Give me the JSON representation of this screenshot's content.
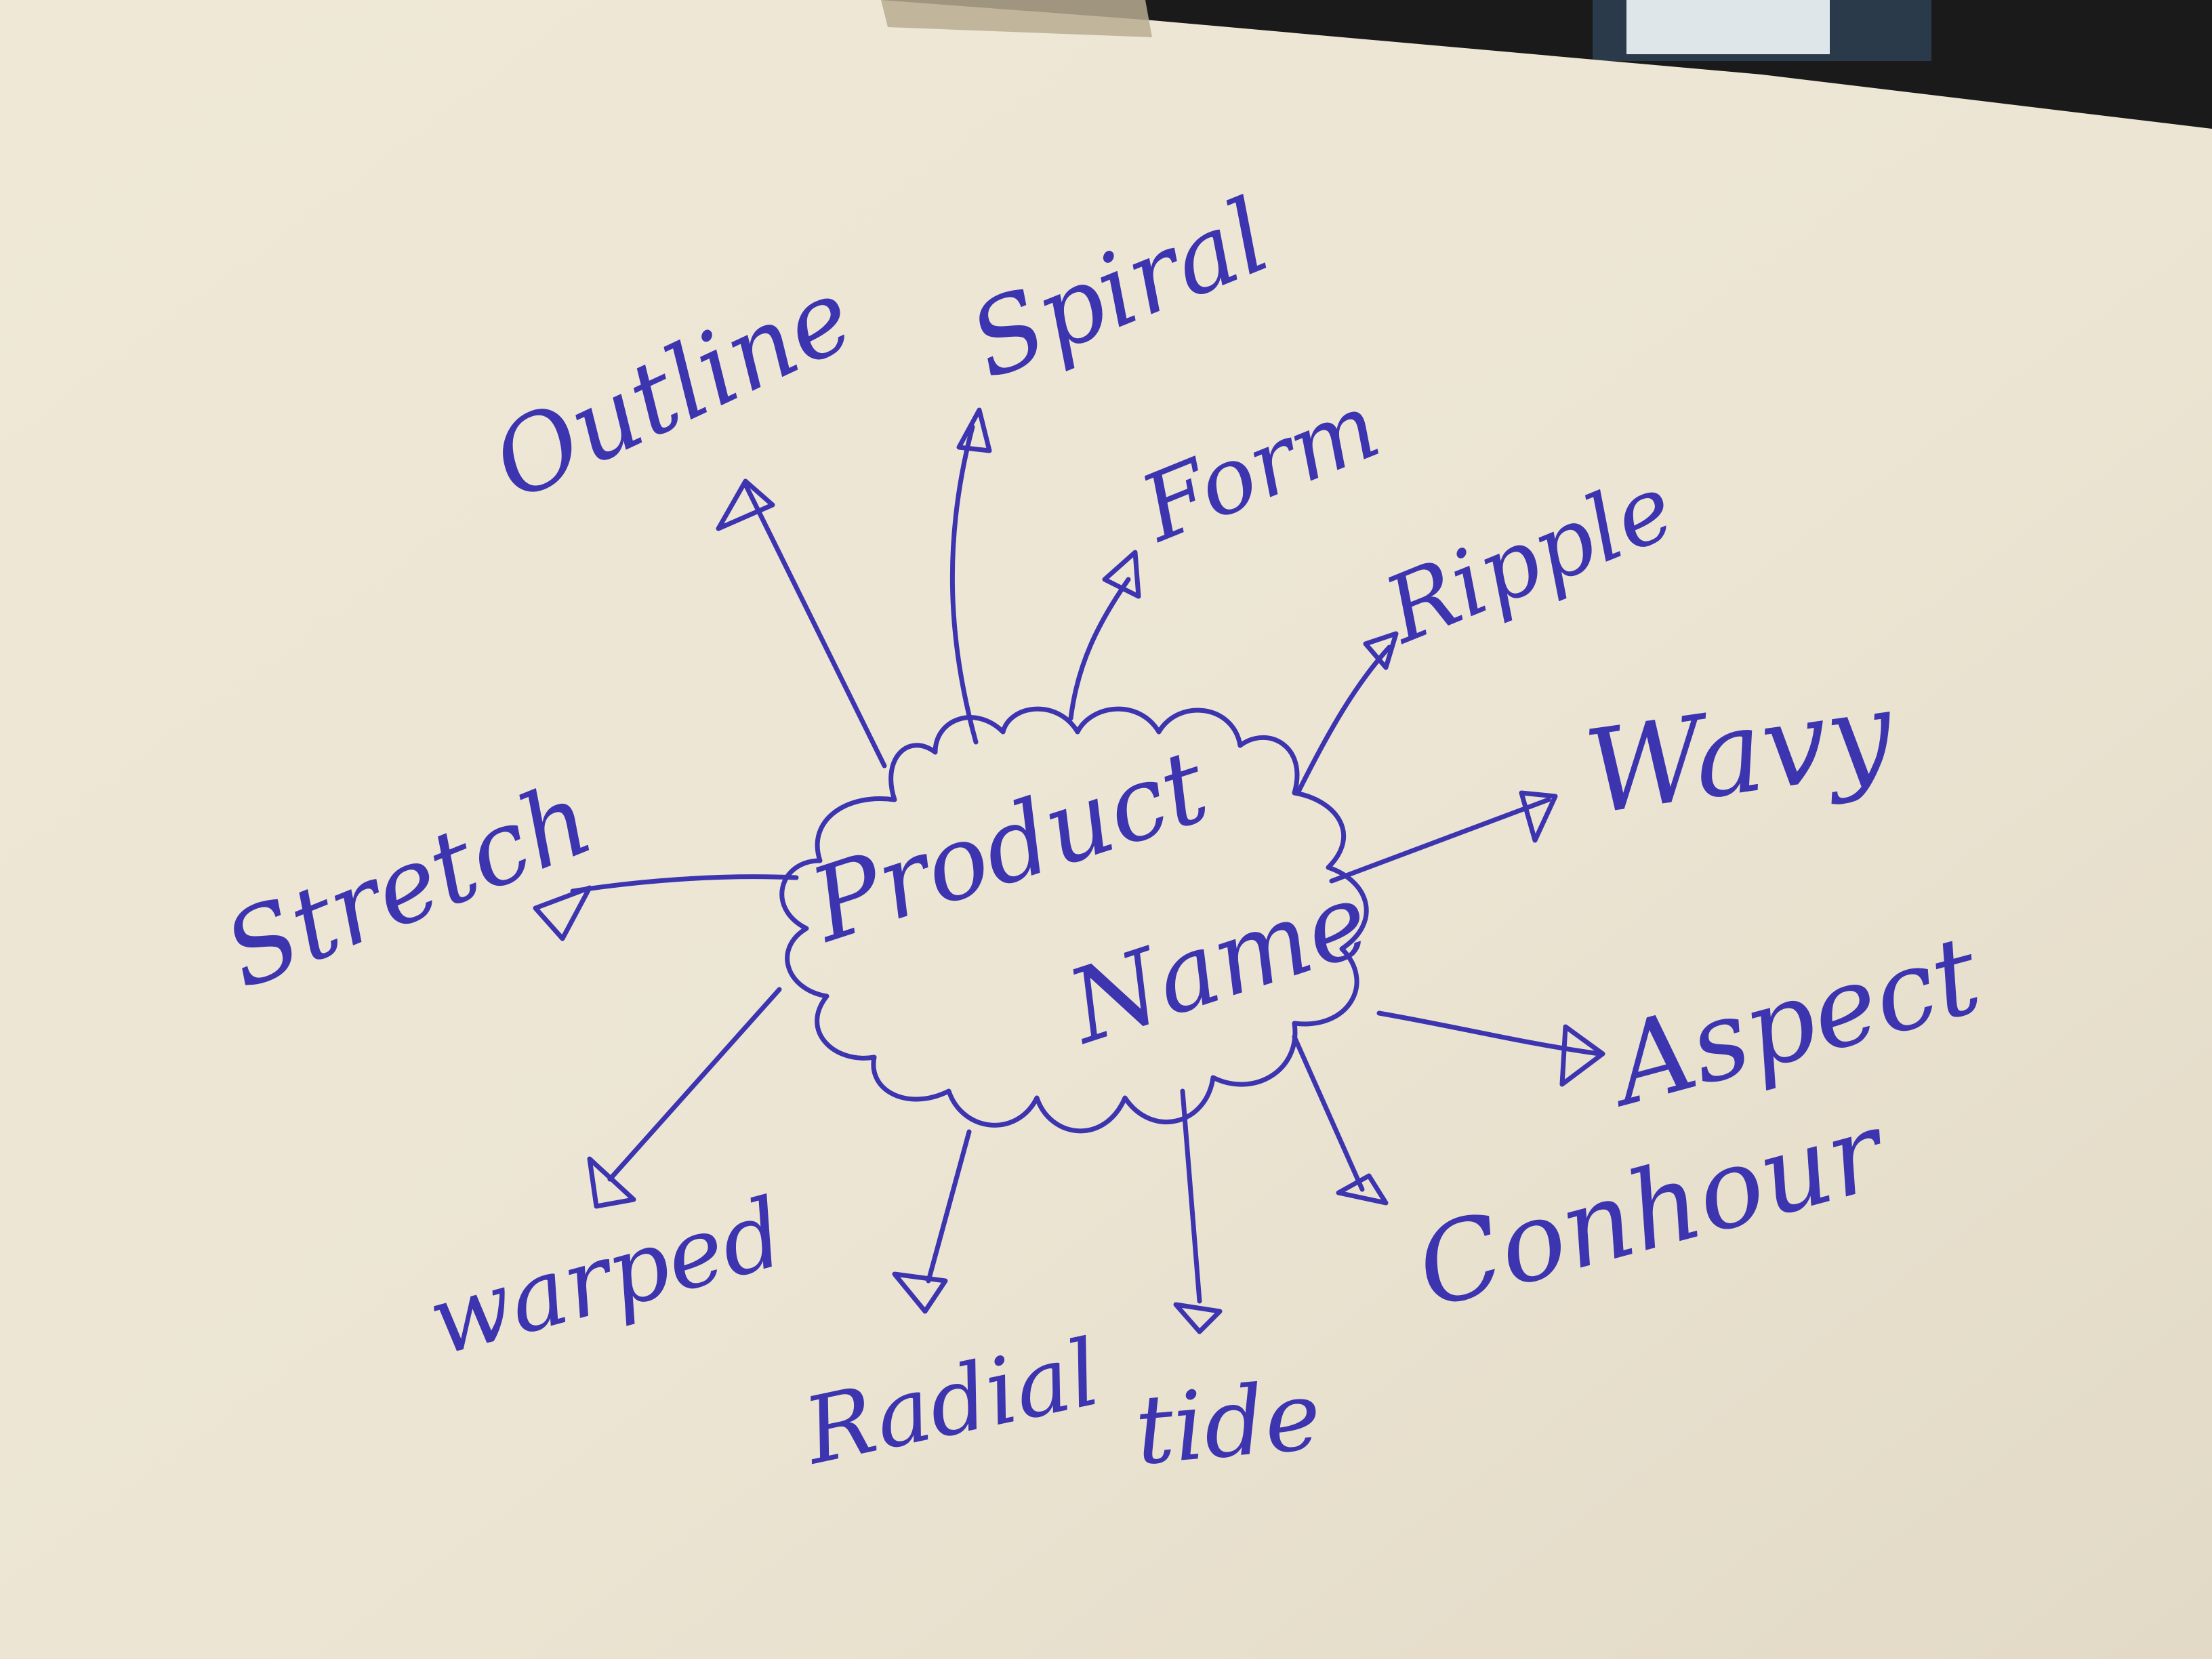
{
  "center_label": {
    "line1": "Product",
    "line2": "Name"
  },
  "branches": {
    "outline": "Outline",
    "spiral": "Spiral",
    "form": "Form",
    "ripple": "Ripple",
    "wavy": "Wavy",
    "aspect": "Aspect",
    "contour": "Conhour",
    "tide": "tide",
    "radial": "Radial",
    "warped": "warped",
    "stretch": "Stretch"
  },
  "colors": {
    "ink": "#3d34b0",
    "paper": "#ece5d3",
    "background": "#1a1a1a"
  }
}
